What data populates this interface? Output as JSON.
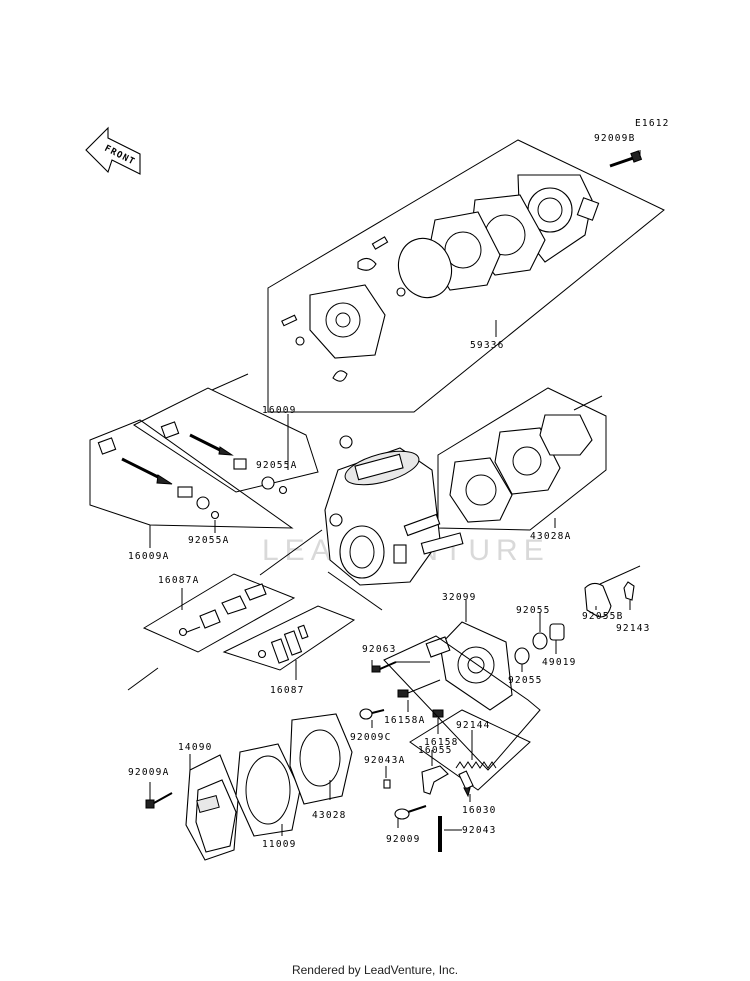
{
  "diagram": {
    "code": "E1612",
    "front_label": "FRONT",
    "watermark": "LEADVENTURE",
    "part_labels": {
      "p92009B": "92009B",
      "p59336": "59336",
      "p16009": "16009",
      "p92055A_top": "92055A",
      "p92055A_bottom": "92055A",
      "p16009A": "16009A",
      "p43028A": "43028A",
      "p16087A": "16087A",
      "p16087": "16087",
      "p32099": "32099",
      "p92055_top": "92055",
      "p92055_bottom": "92055",
      "p49019": "49019",
      "p92055B": "92055B",
      "p92143": "92143",
      "p92063": "92063",
      "p16158A": "16158A",
      "p16158": "16158",
      "p92009C": "92009C",
      "p92144": "92144",
      "p14090": "14090",
      "p92009A": "92009A",
      "p92043A": "92043A",
      "p16055": "16055",
      "p43028": "43028",
      "p11009": "11009",
      "p16030": "16030",
      "p92009": "92009",
      "p92043": "92043"
    }
  },
  "footer": {
    "text": "Rendered by LeadVenture, Inc."
  }
}
